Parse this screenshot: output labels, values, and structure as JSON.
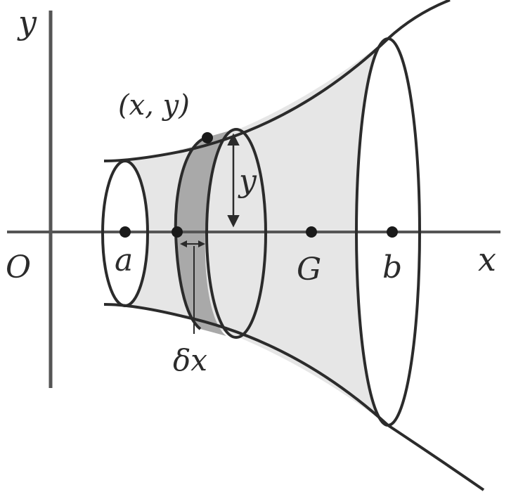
{
  "labels": {
    "y_axis": "y",
    "x_axis": "x",
    "origin": "O",
    "point_a": "a",
    "point_b": "b",
    "point_G": "G",
    "point_xy": "(x, y)",
    "radius_y": "y",
    "slice_width": "δx"
  },
  "colors": {
    "line": "#2b2b2b",
    "solid_fill": "#e6e6e6",
    "slice_fill": "#a9a9a9",
    "background": "#ffffff"
  }
}
